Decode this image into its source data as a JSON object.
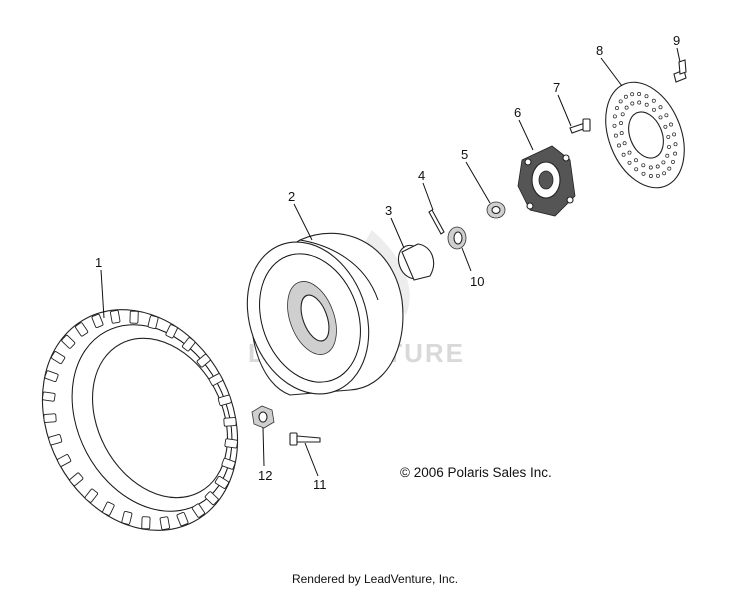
{
  "callouts": [
    {
      "id": "1",
      "label": "1"
    },
    {
      "id": "2",
      "label": "2"
    },
    {
      "id": "3",
      "label": "3"
    },
    {
      "id": "4",
      "label": "4"
    },
    {
      "id": "5",
      "label": "5"
    },
    {
      "id": "6",
      "label": "6"
    },
    {
      "id": "7",
      "label": "7"
    },
    {
      "id": "8",
      "label": "8"
    },
    {
      "id": "9",
      "label": "9"
    },
    {
      "id": "10",
      "label": "10"
    },
    {
      "id": "11",
      "label": "11"
    },
    {
      "id": "12",
      "label": "12"
    }
  ],
  "copyright": "© 2006 Polaris Sales Inc.",
  "watermark": "LEADVENTURE",
  "footer": "Rendered by LeadVenture, Inc."
}
